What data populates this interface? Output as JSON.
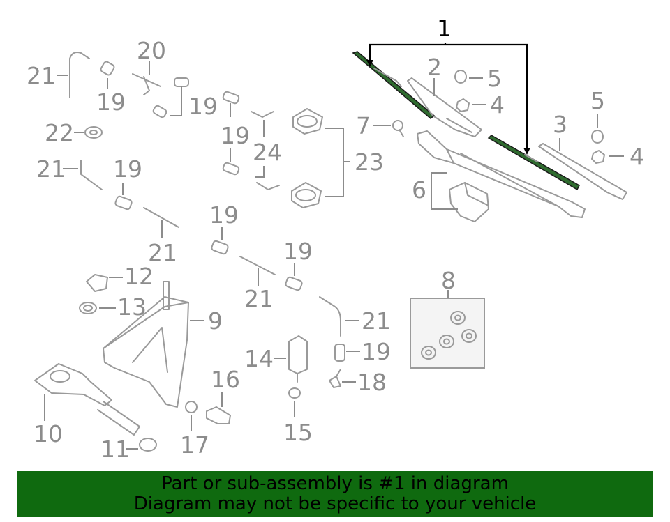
{
  "labels": [
    {
      "id": "main",
      "text": "1"
    },
    {
      "id": "l2",
      "text": "2"
    },
    {
      "id": "l3",
      "text": "3"
    },
    {
      "id": "l4a",
      "text": "4"
    },
    {
      "id": "l4b",
      "text": "4"
    },
    {
      "id": "l5a",
      "text": "5"
    },
    {
      "id": "l5b",
      "text": "5"
    },
    {
      "id": "l6",
      "text": "6"
    },
    {
      "id": "l7",
      "text": "7"
    },
    {
      "id": "l8",
      "text": "8"
    },
    {
      "id": "l9",
      "text": "9"
    },
    {
      "id": "l10",
      "text": "10"
    },
    {
      "id": "l11",
      "text": "11"
    },
    {
      "id": "l12",
      "text": "12"
    },
    {
      "id": "l13",
      "text": "13"
    },
    {
      "id": "l14",
      "text": "14"
    },
    {
      "id": "l15",
      "text": "15"
    },
    {
      "id": "l16",
      "text": "16"
    },
    {
      "id": "l17",
      "text": "17"
    },
    {
      "id": "l18",
      "text": "18"
    },
    {
      "id": "l19a",
      "text": "19"
    },
    {
      "id": "l19b",
      "text": "19"
    },
    {
      "id": "l19c",
      "text": "19"
    },
    {
      "id": "l19d",
      "text": "19"
    },
    {
      "id": "l19e",
      "text": "19"
    },
    {
      "id": "l19f",
      "text": "19"
    },
    {
      "id": "l19g",
      "text": "19"
    },
    {
      "id": "l20",
      "text": "20"
    },
    {
      "id": "l21a",
      "text": "21"
    },
    {
      "id": "l21b",
      "text": "21"
    },
    {
      "id": "l21c",
      "text": "21"
    },
    {
      "id": "l21d",
      "text": "21"
    },
    {
      "id": "l21e",
      "text": "21"
    },
    {
      "id": "l22",
      "text": "22"
    },
    {
      "id": "l23",
      "text": "23"
    },
    {
      "id": "l24",
      "text": "24"
    }
  ],
  "colors": {
    "highlight": "#2f6b2f",
    "banner": "#0f6a0f",
    "part_line": "#9a9a9a"
  },
  "banner": {
    "line1": "Part or sub-assembly is #1 in diagram",
    "line2": "Diagram may not be specific to your vehicle"
  }
}
